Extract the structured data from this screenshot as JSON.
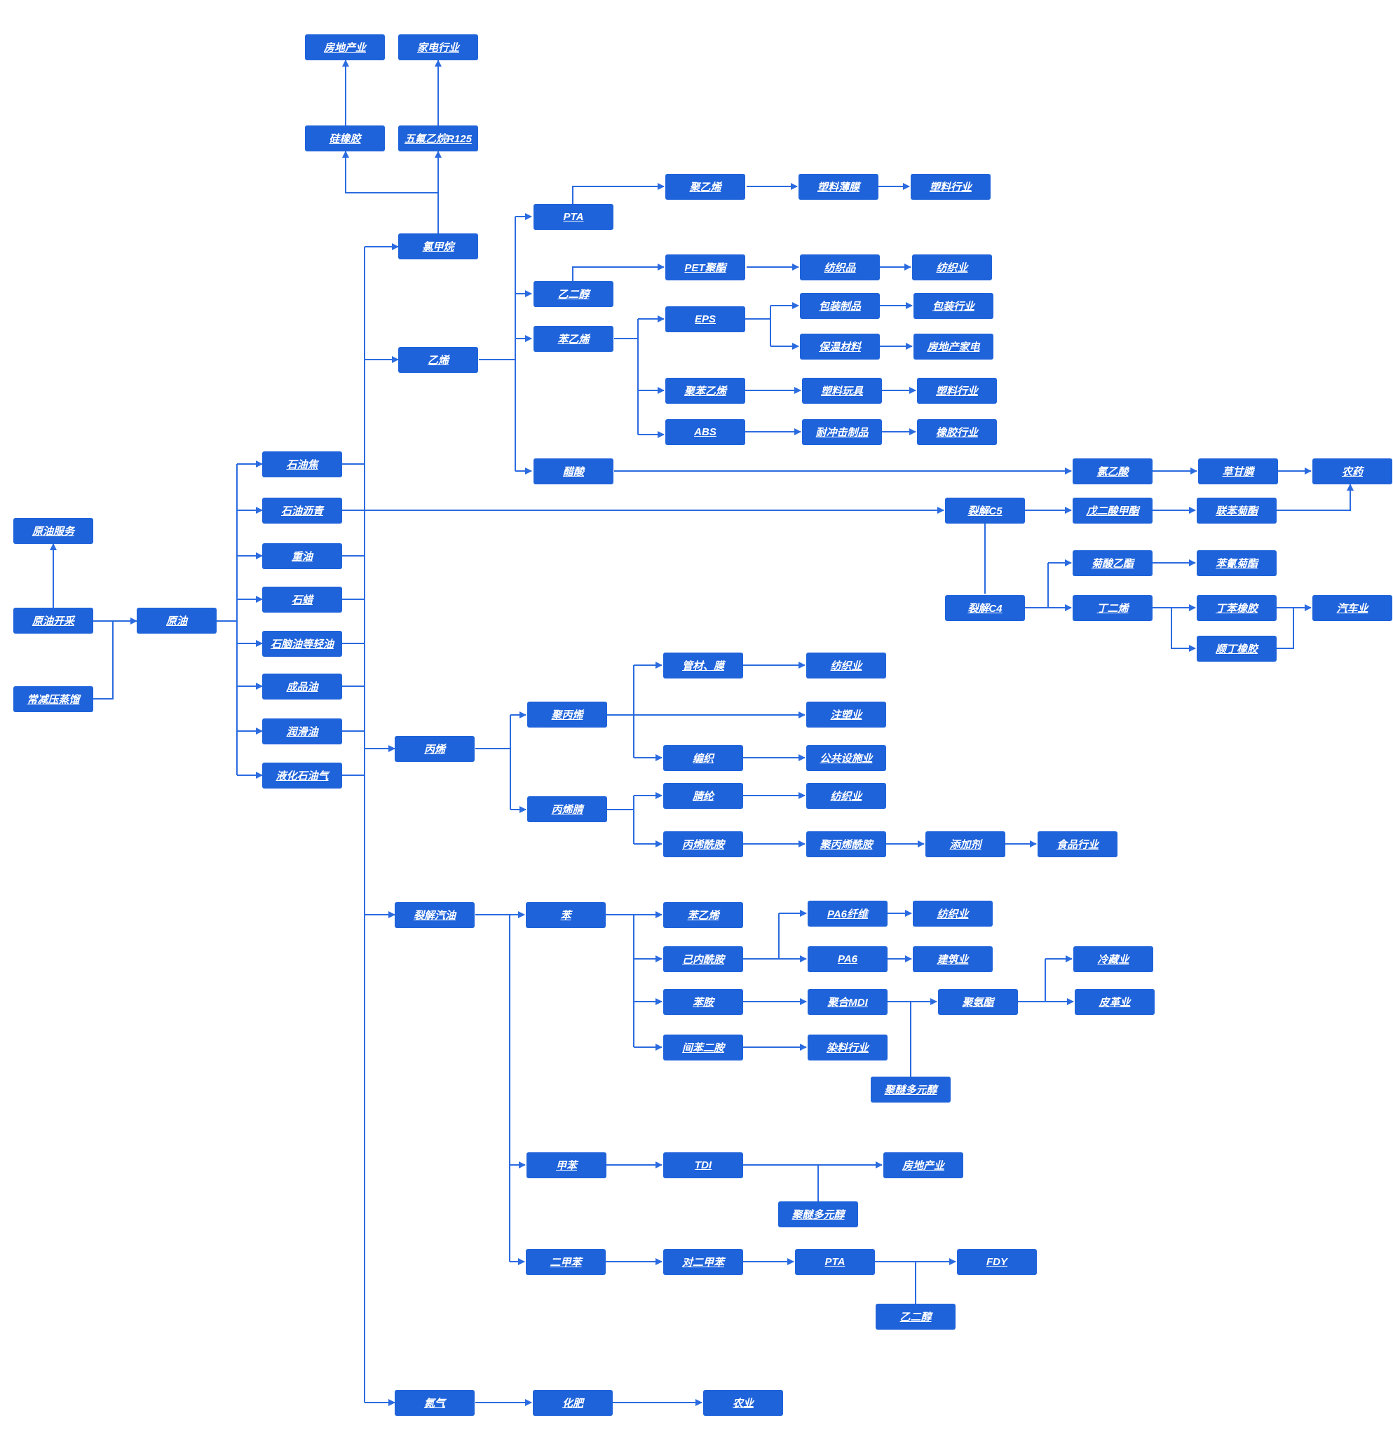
{
  "colors": {
    "node_fill": "#1f63da",
    "connector": "#2b6be0",
    "text": "#ffffff",
    "background": "#ffffff"
  },
  "diagram": {
    "type": "flowchart",
    "nodes": [
      {
        "id": "n1",
        "label": "房地产业"
      },
      {
        "id": "n2",
        "label": "家电行业"
      },
      {
        "id": "n3",
        "label": "硅橡胶"
      },
      {
        "id": "n4",
        "label": "五氟乙烷R125"
      },
      {
        "id": "n5",
        "label": "聚乙烯"
      },
      {
        "id": "n6",
        "label": "塑料薄膜"
      },
      {
        "id": "n7",
        "label": "塑料行业"
      },
      {
        "id": "n8",
        "label": "PTA"
      },
      {
        "id": "n9",
        "label": "氯甲烷"
      },
      {
        "id": "n10",
        "label": "PET聚酯"
      },
      {
        "id": "n11",
        "label": "纺织品"
      },
      {
        "id": "n12",
        "label": "纺织业"
      },
      {
        "id": "n13",
        "label": "乙二醇"
      },
      {
        "id": "n14",
        "label": "包装制品"
      },
      {
        "id": "n15",
        "label": "包装行业"
      },
      {
        "id": "n16",
        "label": "EPS"
      },
      {
        "id": "n17",
        "label": "苯乙烯"
      },
      {
        "id": "n18",
        "label": "保温材料"
      },
      {
        "id": "n19",
        "label": "房地产家电"
      },
      {
        "id": "n20",
        "label": "乙烯"
      },
      {
        "id": "n21",
        "label": "聚苯乙烯"
      },
      {
        "id": "n22",
        "label": "塑料玩具"
      },
      {
        "id": "n23",
        "label": "塑料行业"
      },
      {
        "id": "n24",
        "label": "ABS"
      },
      {
        "id": "n25",
        "label": "耐冲击制品"
      },
      {
        "id": "n26",
        "label": "橡胶行业"
      },
      {
        "id": "n27",
        "label": "石油焦"
      },
      {
        "id": "n28",
        "label": "醋酸"
      },
      {
        "id": "n29",
        "label": "氯乙酸"
      },
      {
        "id": "n30",
        "label": "草甘膦"
      },
      {
        "id": "n31",
        "label": "农药"
      },
      {
        "id": "n32",
        "label": "石油沥青"
      },
      {
        "id": "n33",
        "label": "裂解C5"
      },
      {
        "id": "n34",
        "label": "戊二酸甲酯"
      },
      {
        "id": "n35",
        "label": "联苯菊酯"
      },
      {
        "id": "n36",
        "label": "原油服务"
      },
      {
        "id": "n37",
        "label": "重油"
      },
      {
        "id": "n38",
        "label": "菊酸乙酯"
      },
      {
        "id": "n39",
        "label": "苯氰菊酯"
      },
      {
        "id": "n40",
        "label": "石蜡"
      },
      {
        "id": "n41",
        "label": "原油开采"
      },
      {
        "id": "n42",
        "label": "原油"
      },
      {
        "id": "n43",
        "label": "裂解C4"
      },
      {
        "id": "n44",
        "label": "丁二烯"
      },
      {
        "id": "n45",
        "label": "丁苯橡胶"
      },
      {
        "id": "n46",
        "label": "汽车业"
      },
      {
        "id": "n47",
        "label": "石脑油等轻油"
      },
      {
        "id": "n48",
        "label": "顺丁橡胶"
      },
      {
        "id": "n49",
        "label": "管材、膜"
      },
      {
        "id": "n50",
        "label": "纺织业"
      },
      {
        "id": "n51",
        "label": "成品油"
      },
      {
        "id": "n52",
        "label": "常减压蒸馏"
      },
      {
        "id": "n53",
        "label": "聚丙烯"
      },
      {
        "id": "n54",
        "label": "注塑业"
      },
      {
        "id": "n55",
        "label": "润滑油"
      },
      {
        "id": "n56",
        "label": "丙烯"
      },
      {
        "id": "n57",
        "label": "编织"
      },
      {
        "id": "n58",
        "label": "公共设施业"
      },
      {
        "id": "n59",
        "label": "液化石油气"
      },
      {
        "id": "n60",
        "label": "腈纶"
      },
      {
        "id": "n61",
        "label": "纺织业"
      },
      {
        "id": "n62",
        "label": "丙烯腈"
      },
      {
        "id": "n63",
        "label": "丙烯酰胺"
      },
      {
        "id": "n64",
        "label": "聚丙烯酰胺"
      },
      {
        "id": "n65",
        "label": "添加剂"
      },
      {
        "id": "n66",
        "label": "食品行业"
      },
      {
        "id": "n67",
        "label": "裂解汽油"
      },
      {
        "id": "n68",
        "label": "苯"
      },
      {
        "id": "n69",
        "label": "苯乙烯"
      },
      {
        "id": "n70",
        "label": "PA6纤维"
      },
      {
        "id": "n71",
        "label": "纺织业"
      },
      {
        "id": "n72",
        "label": "己内酰胺"
      },
      {
        "id": "n73",
        "label": "PA6"
      },
      {
        "id": "n74",
        "label": "建筑业"
      },
      {
        "id": "n75",
        "label": "冷藏业"
      },
      {
        "id": "n76",
        "label": "苯胺"
      },
      {
        "id": "n77",
        "label": "聚合MDI"
      },
      {
        "id": "n78",
        "label": "聚氨酯"
      },
      {
        "id": "n79",
        "label": "皮革业"
      },
      {
        "id": "n80",
        "label": "间苯二胺"
      },
      {
        "id": "n81",
        "label": "染料行业"
      },
      {
        "id": "n82",
        "label": "聚醚多元醇"
      },
      {
        "id": "n83",
        "label": "甲苯"
      },
      {
        "id": "n84",
        "label": "TDI"
      },
      {
        "id": "n85",
        "label": "房地产业"
      },
      {
        "id": "n86",
        "label": "聚醚多元醇"
      },
      {
        "id": "n87",
        "label": "二甲苯"
      },
      {
        "id": "n88",
        "label": "对二甲苯"
      },
      {
        "id": "n89",
        "label": "PTA"
      },
      {
        "id": "n90",
        "label": "FDY"
      },
      {
        "id": "n91",
        "label": "乙二醇"
      },
      {
        "id": "n92",
        "label": "氮气"
      },
      {
        "id": "n93",
        "label": "化肥"
      },
      {
        "id": "n94",
        "label": "农业"
      }
    ]
  }
}
